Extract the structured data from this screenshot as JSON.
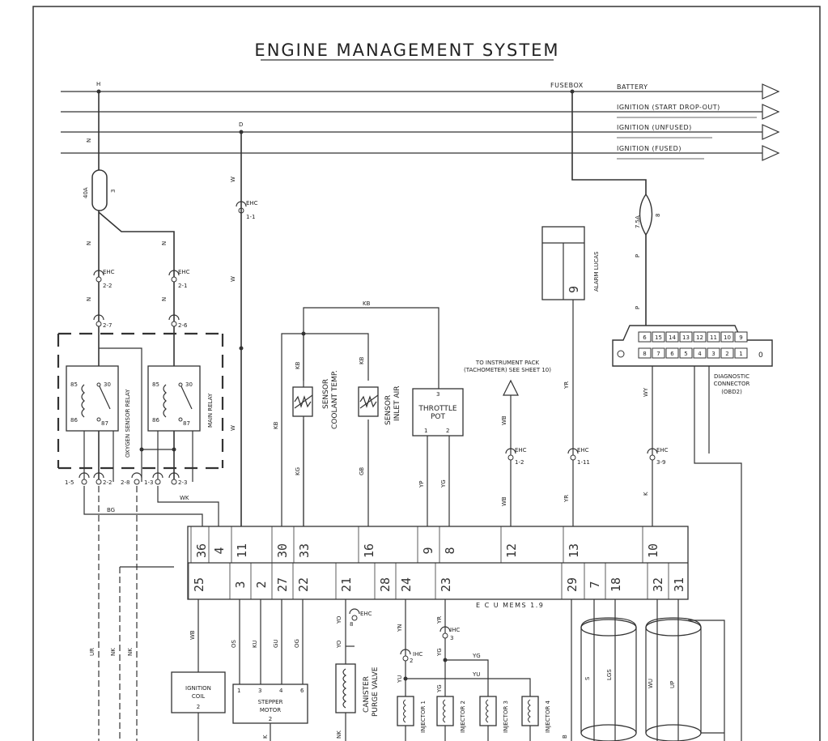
{
  "title": "ENGINE MANAGEMENT SYSTEM",
  "rails": {
    "fusebox": "FUSEBOX",
    "items": [
      {
        "label": "BATTERY"
      },
      {
        "label": "IGNITION (START DROP-OUT)"
      },
      {
        "label": "IGNITION (UNFUSED)"
      },
      {
        "label": "IGNITION (FUSED)"
      }
    ],
    "tap_h": "H",
    "tap_d": "D"
  },
  "fuses": {
    "main": {
      "rating": "40A",
      "number": "3"
    },
    "diag": {
      "rating": "7.5A",
      "number": "8"
    }
  },
  "connectors": {
    "ehc": "EHC",
    "c_1_1": "1-1",
    "c_2_2": "2-2",
    "c_2_1": "2-1",
    "c_2_7": "2-7",
    "c_2_6": "2-6",
    "c_1_2": "1-2",
    "c_1_11": "1-11",
    "c_3_9": "3-9",
    "bottom": [
      "1-5",
      "2-2",
      "2-8",
      "1-3",
      "2-3"
    ],
    "ihc": "IHC",
    "ihc_3": "3",
    "ehc_8": "8",
    "ihc_2": "2"
  },
  "relays": {
    "oxygen": {
      "label": "OXYGEN SENSOR RELAY",
      "pins": [
        "85",
        "30",
        "86",
        "87"
      ]
    },
    "main": {
      "label": "MAIN RELAY",
      "pins": [
        "85",
        "30",
        "86",
        "87"
      ]
    }
  },
  "sensors": {
    "coolant": {
      "label1": "SENSOR",
      "label2": "COOLANT TEMP."
    },
    "inlet": {
      "label1": "SENSOR",
      "label2": "INLET AIR"
    },
    "throttle": {
      "label1": "THROTTLE",
      "label2": "POT",
      "pins": [
        "3",
        "1",
        "2"
      ]
    }
  },
  "alarm": {
    "label": "ALARM LUCAS",
    "pin": "9"
  },
  "instrument": {
    "label1": "TO INSTRUMENT PACK",
    "label2": "(TACHOMETER) SEE SHEET 10)"
  },
  "diagnostic": {
    "label1": "DIAGNOSTIC",
    "label2": "CONNECTOR",
    "label3": "(OBD2)",
    "top_pins": [
      "6",
      "15",
      "14",
      "13",
      "12",
      "11",
      "10",
      "9"
    ],
    "bottom_pins": [
      "8",
      "7",
      "6",
      "5",
      "4",
      "3",
      "2",
      "1"
    ],
    "end_left": "0",
    "end_right": "0"
  },
  "wires": {
    "N": "N",
    "W": "W",
    "P": "P",
    "KB": "KB",
    "KG": "KG",
    "GB": "GB",
    "YP": "YP",
    "YG": "YG",
    "WB": "WB",
    "YR": "YR",
    "K": "K",
    "WY": "WY",
    "BG": "BG",
    "WK": "WK",
    "UR": "UR",
    "NK": "NK",
    "OS": "OS",
    "KU": "KU",
    "GU": "GU",
    "OG": "OG",
    "YO": "YO",
    "YN": "YN",
    "YU": "YU",
    "B": "B",
    "S": "S",
    "WU": "WU",
    "UP": "UP"
  },
  "ecu": {
    "label": "E C U  MEMS 1.9",
    "top_pins": [
      "36",
      "4",
      "11",
      "30",
      "33",
      "16",
      "9",
      "8",
      "12",
      "13",
      "10"
    ],
    "bottom_pins": [
      "25",
      "3",
      "2",
      "27",
      "22",
      "21",
      "28",
      "24",
      "23",
      "29",
      "7",
      "18",
      "32",
      "31"
    ]
  },
  "bottom_components": {
    "coil": {
      "label1": "IGNITION",
      "label2": "COIL",
      "pin": "2"
    },
    "stepper": {
      "label1": "STEPPER",
      "label2": "MOTOR",
      "pins": [
        "1",
        "3",
        "4",
        "6"
      ],
      "pin_bottom": "2"
    },
    "canister": {
      "label1": "CANISTER",
      "label2": "PURGE VALVE"
    },
    "injectors": [
      "INJECTOR 1",
      "INJECTOR 2",
      "INJECTOR 3",
      "INJECTOR 4"
    ],
    "lgs": "LGS"
  },
  "colors": {
    "ink": "#222222",
    "background": "#ffffff"
  }
}
